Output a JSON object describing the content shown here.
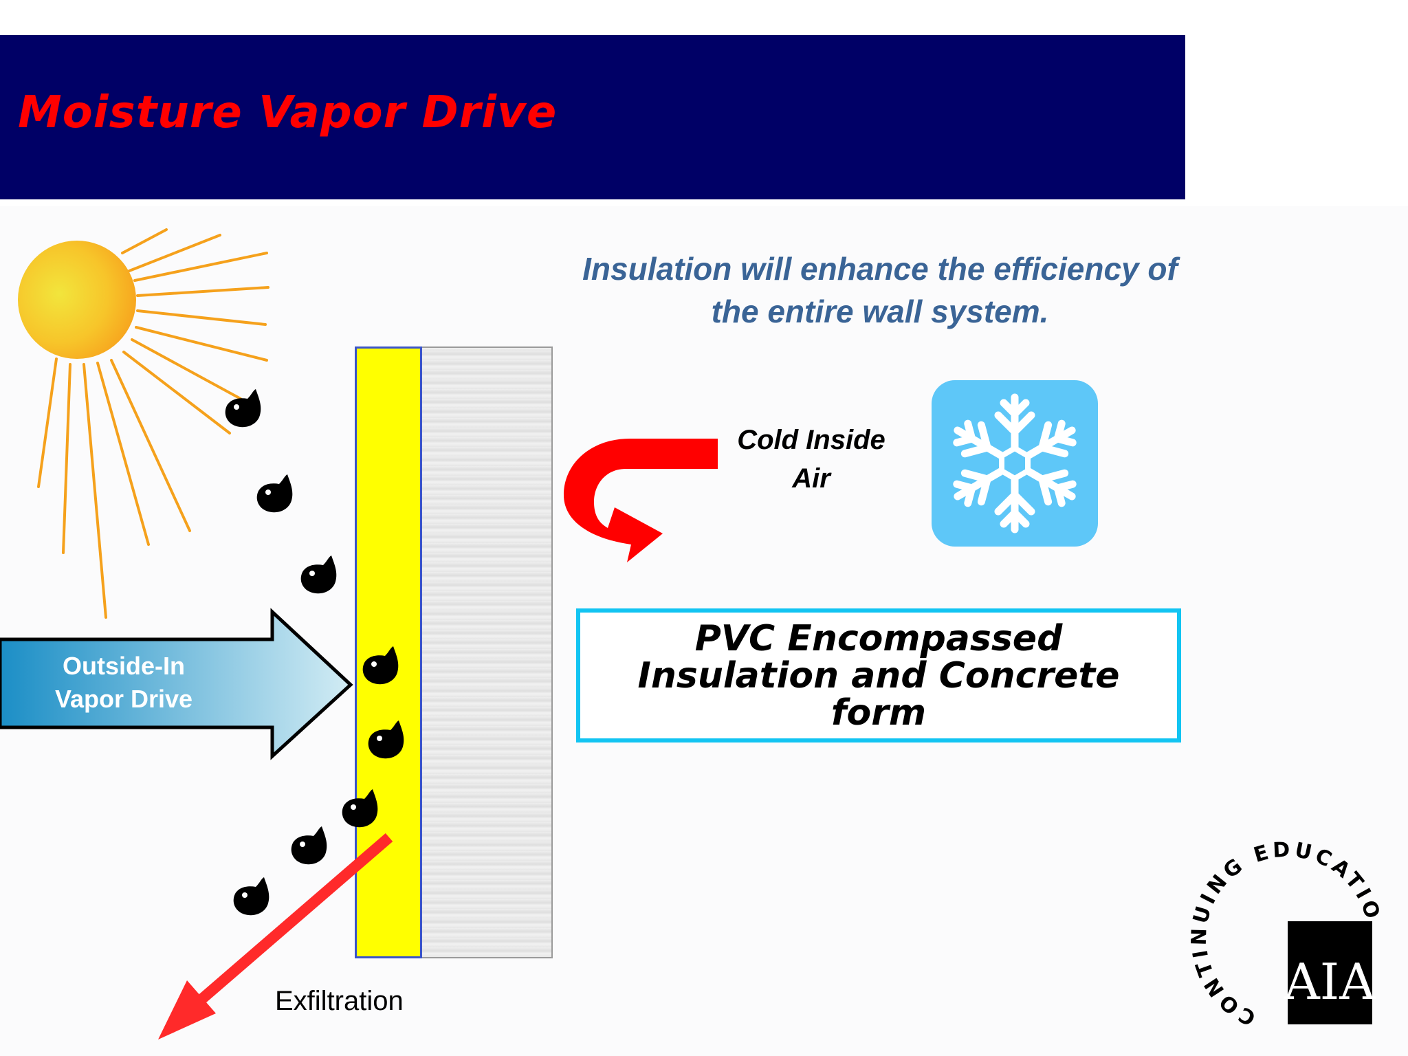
{
  "title": "Moisture Vapor Drive",
  "headline": {
    "line1": "Insulation will enhance the efficiency of",
    "line2": "the entire wall system."
  },
  "cold_label": {
    "line1": "Cold Inside",
    "line2": "Air"
  },
  "pvc_box": {
    "line1": "PVC Encompassed",
    "line2": "Insulation and Concrete",
    "line3": "form"
  },
  "vapor_arrow": {
    "line1": "Outside-In",
    "line2": "Vapor Drive"
  },
  "exfiltration_label": "Exfiltration",
  "logo": {
    "ring_text": "CONTINUING EDUCATION",
    "mark": "AIA"
  },
  "colors": {
    "title_bar": "#000066",
    "title_text": "#ff0000",
    "headline_text": "#3a6496",
    "snowflake_box": "#5ec7f8",
    "pvc_border": "#12c4f2",
    "insulation": "#ffff00",
    "sun_rays": "#f5a11c"
  },
  "icons": [
    "sun-icon",
    "snowflake-icon",
    "water-droplet-icon",
    "curved-arrow-icon",
    "aia-logo-icon"
  ]
}
